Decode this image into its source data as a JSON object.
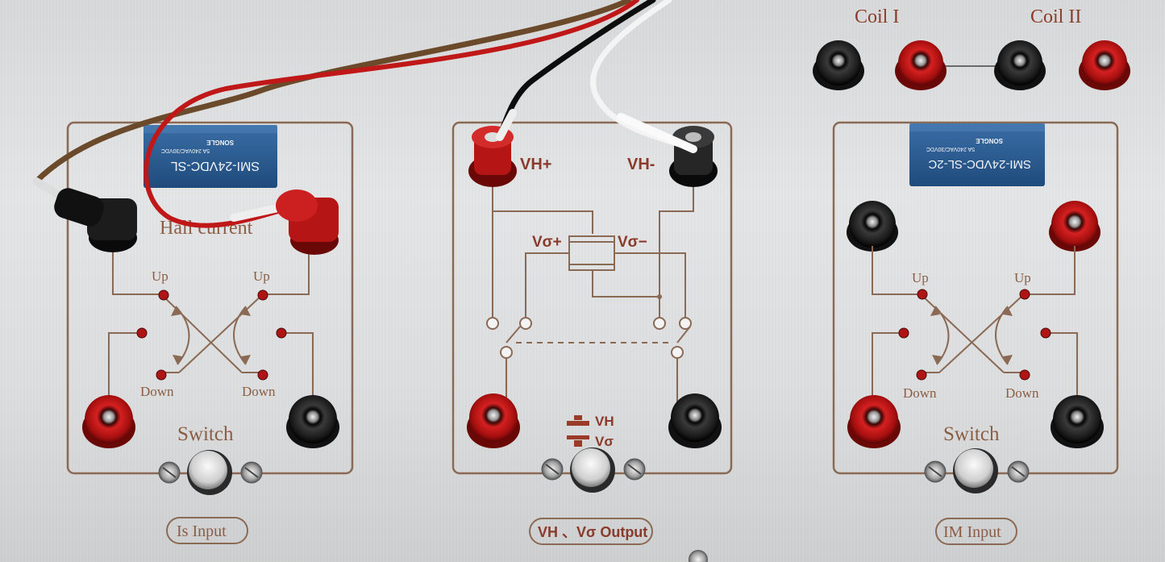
{
  "coils": {
    "coil1": "Coil I",
    "coil2": "Coil II"
  },
  "panels": {
    "left": {
      "relay_model": "SMI-24VDC-SL",
      "relay_rating": "5A 240VAC/30VDC",
      "relay_brand": "SONGLE",
      "top_label": "Hall current",
      "up_left": "Up",
      "up_right": "Up",
      "down_left": "Down",
      "down_right": "Down",
      "switch_label": "Switch",
      "input_label": "Is Input"
    },
    "middle": {
      "vh_plus": "VH+",
      "vh_minus": "VH-",
      "vsig_plus": "Vσ+",
      "vsig_minus": "Vσ−",
      "legend_vh": "VH",
      "legend_vsig": "Vσ",
      "output_label": "VH 、Vσ Output"
    },
    "right": {
      "relay_model": "SMI-24VDC-SL-2C",
      "relay_rating": "5A 240VAC/30VDC",
      "relay_brand": "SONGLE",
      "up_left": "Up",
      "up_right": "Up",
      "down_left": "Down",
      "down_right": "Down",
      "switch_label": "Switch",
      "input_label": "IM Input"
    }
  },
  "colors": {
    "print_line": "#8a6a55",
    "terminal_red": "#c21818",
    "terminal_black": "#1c1c1c",
    "relay_blue": "#2b5c93",
    "led_red": "#b01515"
  }
}
